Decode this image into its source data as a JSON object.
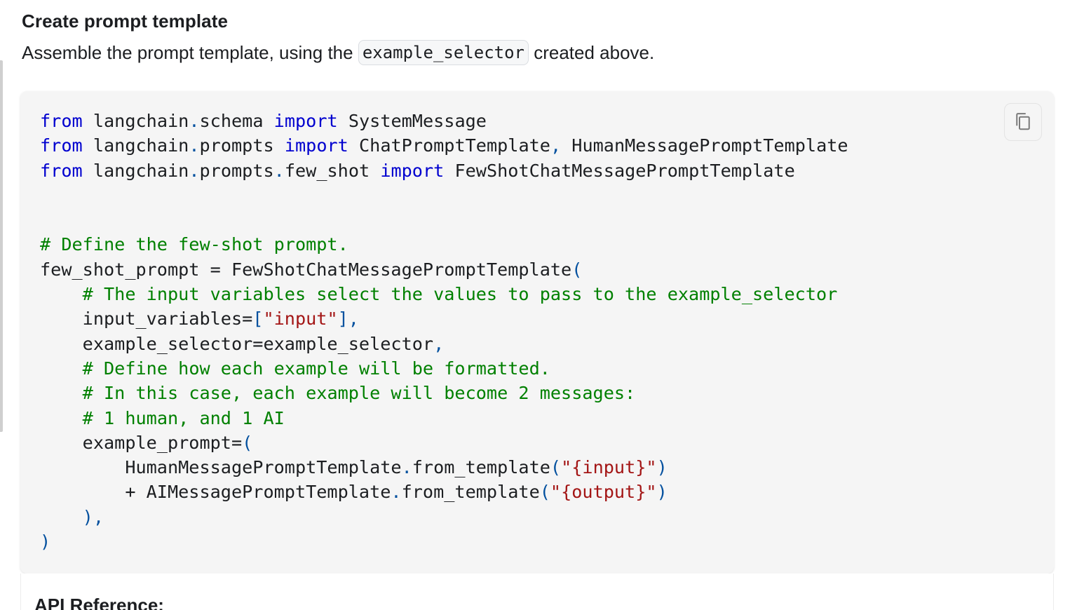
{
  "section": {
    "title": "Create prompt template",
    "intro_before": "Assemble the prompt template, using the ",
    "intro_code": "example_selector",
    "intro_after": " created above."
  },
  "code": {
    "language": "python",
    "lines": [
      [
        {
          "t": "from",
          "c": "kw"
        },
        {
          "t": " langchain"
        },
        {
          "t": ".",
          "c": "pn"
        },
        {
          "t": "schema "
        },
        {
          "t": "import",
          "c": "kw"
        },
        {
          "t": " SystemMessage"
        }
      ],
      [
        {
          "t": "from",
          "c": "kw"
        },
        {
          "t": " langchain"
        },
        {
          "t": ".",
          "c": "pn"
        },
        {
          "t": "prompts "
        },
        {
          "t": "import",
          "c": "kw"
        },
        {
          "t": " ChatPromptTemplate"
        },
        {
          "t": ",",
          "c": "pn"
        },
        {
          "t": " HumanMessagePromptTemplate"
        }
      ],
      [
        {
          "t": "from",
          "c": "kw"
        },
        {
          "t": " langchain"
        },
        {
          "t": ".",
          "c": "pn"
        },
        {
          "t": "prompts"
        },
        {
          "t": ".",
          "c": "pn"
        },
        {
          "t": "few_shot "
        },
        {
          "t": "import",
          "c": "kw"
        },
        {
          "t": " FewShotChatMessagePromptTemplate"
        }
      ],
      [],
      [],
      [
        {
          "t": "# Define the few-shot prompt.",
          "c": "cm"
        }
      ],
      [
        {
          "t": "few_shot_prompt = FewShotChatMessagePromptTemplate"
        },
        {
          "t": "(",
          "c": "pn"
        }
      ],
      [
        {
          "t": "    "
        },
        {
          "t": "# The input variables select the values to pass to the example_selector",
          "c": "cm"
        }
      ],
      [
        {
          "t": "    input_variables="
        },
        {
          "t": "[",
          "c": "pn"
        },
        {
          "t": "\"input\"",
          "c": "st"
        },
        {
          "t": "],",
          "c": "pn"
        }
      ],
      [
        {
          "t": "    example_selector=example_selector"
        },
        {
          "t": ",",
          "c": "pn"
        }
      ],
      [
        {
          "t": "    "
        },
        {
          "t": "# Define how each example will be formatted.",
          "c": "cm"
        }
      ],
      [
        {
          "t": "    "
        },
        {
          "t": "# In this case, each example will become 2 messages:",
          "c": "cm"
        }
      ],
      [
        {
          "t": "    "
        },
        {
          "t": "# 1 human, and 1 AI",
          "c": "cm"
        }
      ],
      [
        {
          "t": "    example_prompt="
        },
        {
          "t": "(",
          "c": "pn"
        }
      ],
      [
        {
          "t": "        HumanMessagePromptTemplate"
        },
        {
          "t": ".",
          "c": "pn"
        },
        {
          "t": "from_template"
        },
        {
          "t": "(",
          "c": "pn"
        },
        {
          "t": "\"{input}\"",
          "c": "st"
        },
        {
          "t": ")",
          "c": "pn"
        }
      ],
      [
        {
          "t": "        + AIMessagePromptTemplate"
        },
        {
          "t": ".",
          "c": "pn"
        },
        {
          "t": "from_template"
        },
        {
          "t": "(",
          "c": "pn"
        },
        {
          "t": "\"{output}\"",
          "c": "st"
        },
        {
          "t": ")",
          "c": "pn"
        }
      ],
      [
        {
          "t": "    "
        },
        {
          "t": "),",
          "c": "pn"
        }
      ],
      [
        {
          "t": ")",
          "c": "pn"
        }
      ]
    ]
  },
  "copy_button": {
    "icon": "copy-icon"
  },
  "api_reference": {
    "title": "API Reference:"
  }
}
